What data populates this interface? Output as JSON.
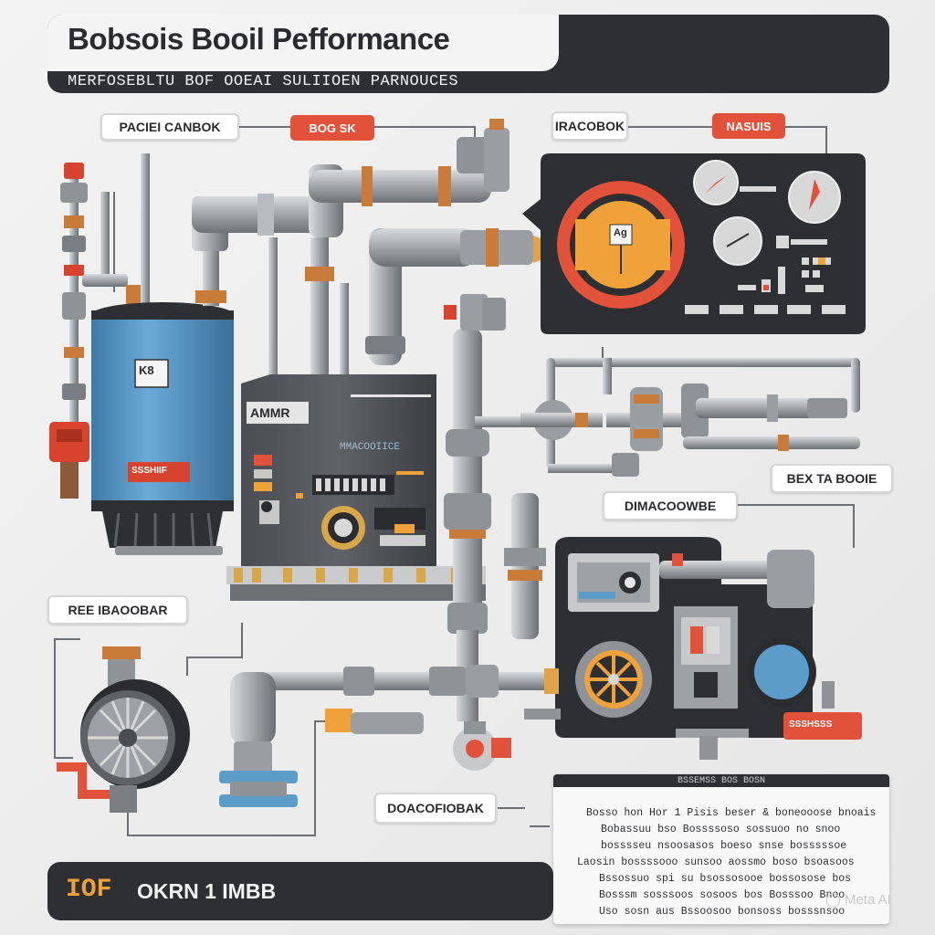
{
  "header": {
    "title": "Bobsois Booil Pefformance",
    "subtitle": "MERFOSEBLTU BOF OOEAI SULIIOEN PARNOUCES"
  },
  "labels": {
    "top_left": "PACIEI CANBOK",
    "top_left_tag": "BOG SK",
    "top_right": "IRACOBOK",
    "top_right_tag": "NASUIS",
    "tank_plate": "K8",
    "boiler_brand": "AMMR",
    "boiler_model": "MMACOOIICE",
    "tank_tag": "SSSHIIF",
    "gauge_face": "Ag",
    "right_mid": "BEX TA BOOIE",
    "mid_left": "DIMACOOWBE",
    "lower_left": "REE IBAOOBAR",
    "bottom_mid": "DOACOFIOBAK",
    "bottom_right_tag": "SSSHSSS"
  },
  "footer": {
    "code": "IOF",
    "text": "OKRN 1 IMBB"
  },
  "note": {
    "heading": "BSSEMSS BOS BOSN",
    "lines": [
      "Bosso hon Hor 1 Pisis beser & boneooose bnoais",
      "Bobassuu bso Bossssoso sossuoo no snoo",
      "bosssseu nsoosasos boeso snse bosssssoe",
      "Laosin bossssooo sunsoo aossmo boso bsoasoos",
      "Bssossuo spi su bsossosooe bossosose bos",
      "Bosssm sosssoos sosoos bos Bosssoo Bnoo",
      "Uso sosn aus Bssoosoo bonsoss bosssnsoo"
    ]
  },
  "watermark": "Meta AI",
  "colors": {
    "dark": "#2d2f33",
    "orange": "#e2513a",
    "amber": "#f0a23a",
    "blue": "#5b9cc9",
    "pipe": "#9a9da1"
  }
}
